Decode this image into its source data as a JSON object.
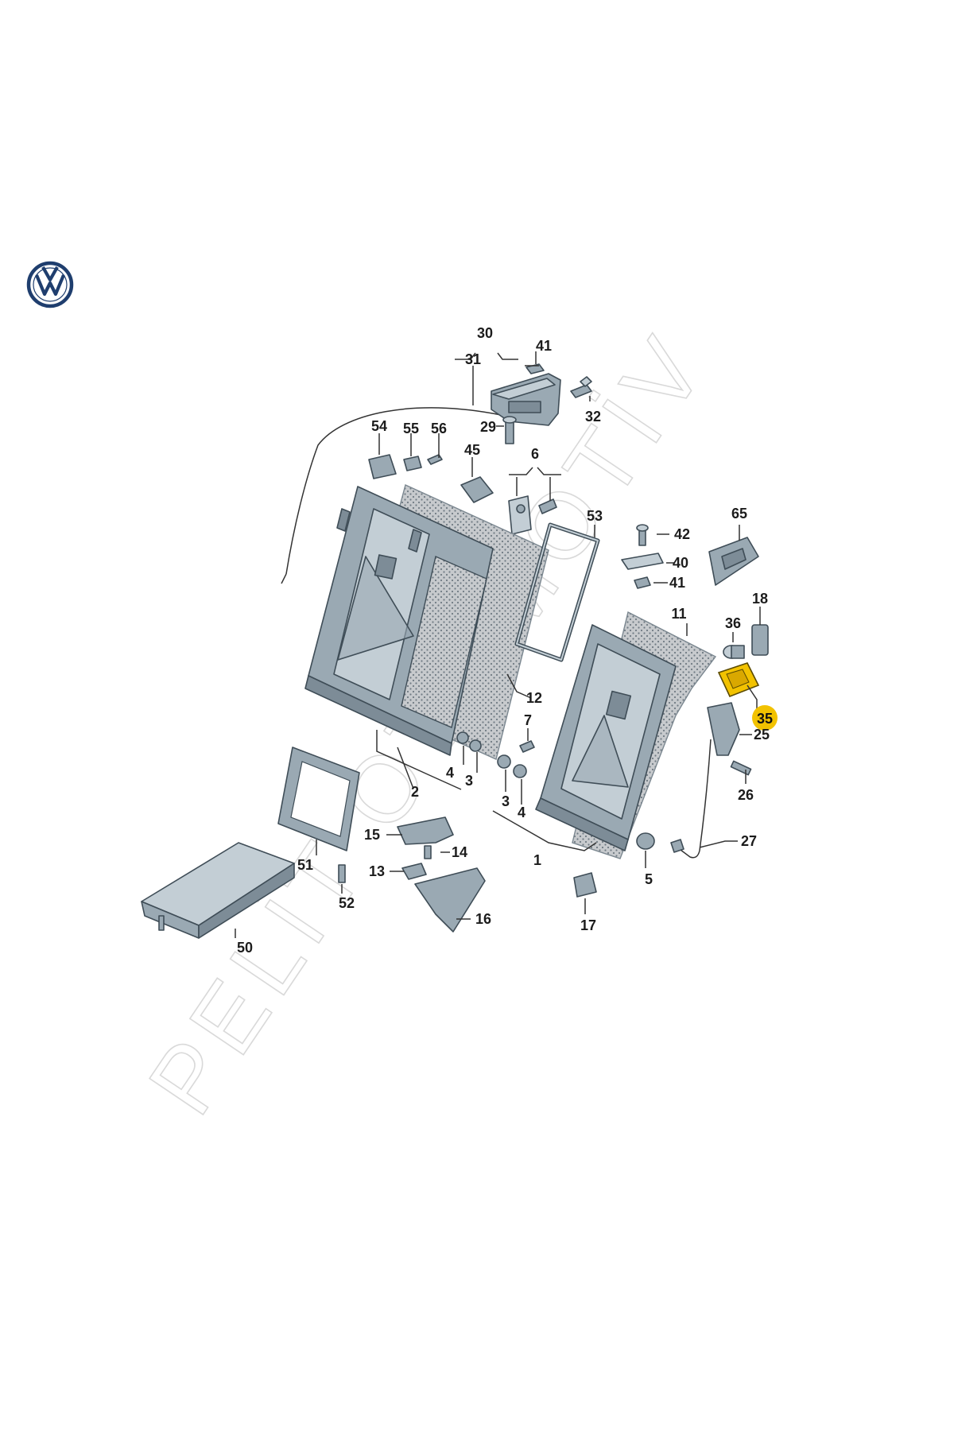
{
  "logo": {
    "brand": "VW",
    "color": "#1f3e6e"
  },
  "watermark": {
    "text": "PELİT OTOMOTİV",
    "color": "#d9d9d9"
  },
  "highlight": {
    "color": "#f2c200",
    "part": "35"
  },
  "callouts": [
    {
      "id": "c30",
      "text": "30"
    },
    {
      "id": "c41a",
      "text": "41"
    },
    {
      "id": "c31",
      "text": "31"
    },
    {
      "id": "c32",
      "text": "32"
    },
    {
      "id": "c29",
      "text": "29"
    },
    {
      "id": "c54",
      "text": "54"
    },
    {
      "id": "c55",
      "text": "55"
    },
    {
      "id": "c56",
      "text": "56"
    },
    {
      "id": "c45",
      "text": "45"
    },
    {
      "id": "c6",
      "text": "6"
    },
    {
      "id": "c53",
      "text": "53"
    },
    {
      "id": "c42",
      "text": "42"
    },
    {
      "id": "c40",
      "text": "40"
    },
    {
      "id": "c41b",
      "text": "41"
    },
    {
      "id": "c65",
      "text": "65"
    },
    {
      "id": "c18",
      "text": "18"
    },
    {
      "id": "c36",
      "text": "36"
    },
    {
      "id": "c11",
      "text": "11"
    },
    {
      "id": "c12",
      "text": "12"
    },
    {
      "id": "c35",
      "text": "35"
    },
    {
      "id": "c25",
      "text": "25"
    },
    {
      "id": "c7",
      "text": "7"
    },
    {
      "id": "c4a",
      "text": "4"
    },
    {
      "id": "c3a",
      "text": "3"
    },
    {
      "id": "c2",
      "text": "2"
    },
    {
      "id": "c3b",
      "text": "3"
    },
    {
      "id": "c4b",
      "text": "4"
    },
    {
      "id": "c26",
      "text": "26"
    },
    {
      "id": "c15",
      "text": "15"
    },
    {
      "id": "c14",
      "text": "14"
    },
    {
      "id": "c13",
      "text": "13"
    },
    {
      "id": "c16",
      "text": "16"
    },
    {
      "id": "c1",
      "text": "1"
    },
    {
      "id": "c27",
      "text": "27"
    },
    {
      "id": "c5",
      "text": "5"
    },
    {
      "id": "c17",
      "text": "17"
    },
    {
      "id": "c51",
      "text": "51"
    },
    {
      "id": "c52",
      "text": "52"
    },
    {
      "id": "c50",
      "text": "50"
    }
  ]
}
